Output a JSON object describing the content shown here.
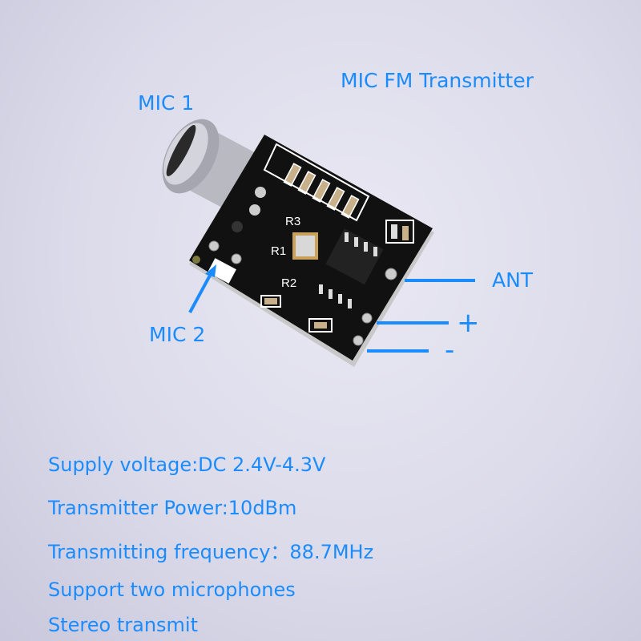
{
  "title": "MIC FM  Transmitter",
  "labels": {
    "mic1": "MIC 1",
    "mic2": "MIC 2",
    "ant": "ANT",
    "plus": "+",
    "minus": "-"
  },
  "board_silkscreen": {
    "r1": "R1",
    "r2": "R2",
    "r3": "R3"
  },
  "specs": [
    "Supply voltage:DC 2.4V-4.3V",
    "Transmitter Power:10dBm",
    "Transmitting frequency：88.7MHz",
    "Support two microphones",
    "Stereo transmit"
  ],
  "colors": {
    "annotation": "#1a8cff",
    "pcb": "#111111",
    "background": "#dcdbea"
  }
}
